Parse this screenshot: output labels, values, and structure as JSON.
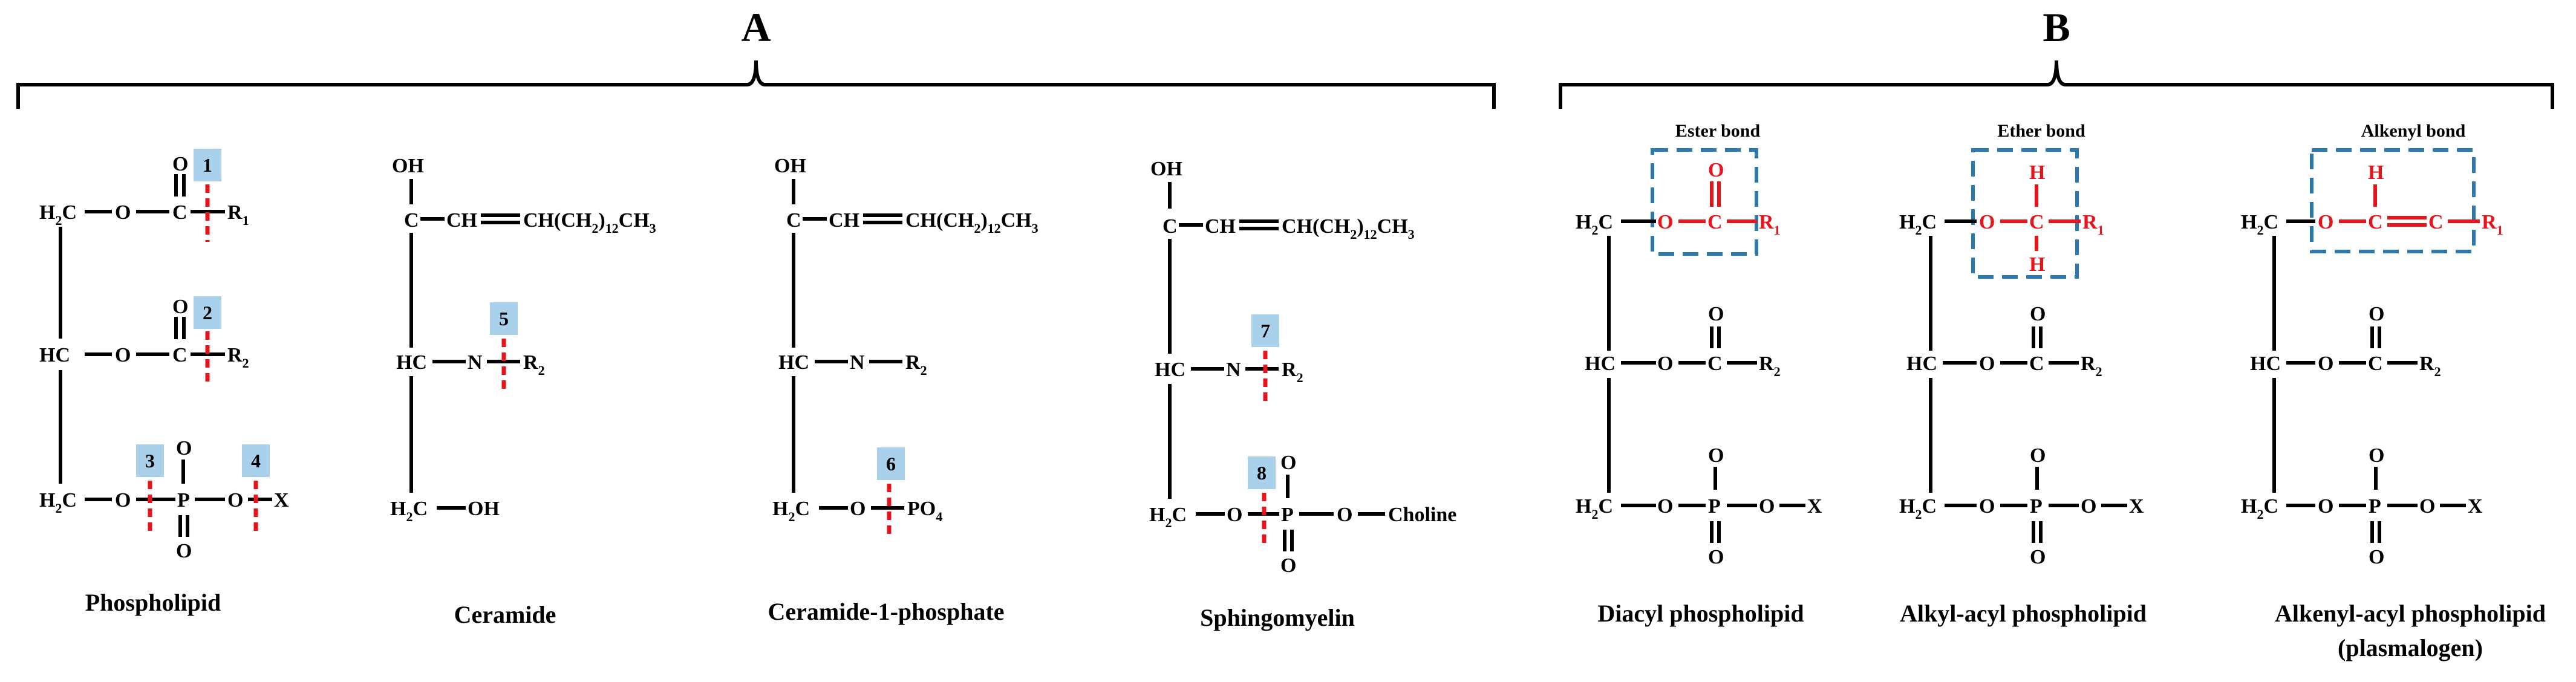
{
  "colors": {
    "bond": "#000000",
    "cleavage": "#e8141b",
    "highlight_box": "#2a7ab0",
    "badge": "#a9d1ec",
    "highlight_text": "#e8141b"
  },
  "panels": {
    "a": "A",
    "b": "B"
  },
  "atoms": {
    "O": "O",
    "C": "C",
    "P": "P",
    "N": "N",
    "H": "H",
    "R": "R",
    "X": "X",
    "H2C": "H",
    "HC": "HC",
    "OH": "OH",
    "sub1": "1",
    "sub2": "2",
    "sub4": "4",
    "sub12": "12",
    "sub3": "3",
    "CH": "CH",
    "chain_a": "CH(CH",
    "chain_b": ")",
    "chain_c": "CH",
    "PO4_a": "PO",
    "choline": "Choline"
  },
  "cleavage_sites": [
    "1",
    "2",
    "3",
    "4",
    "5",
    "6",
    "7",
    "8"
  ],
  "structures_a": [
    {
      "name": "Phospholipid"
    },
    {
      "name": "Ceramide"
    },
    {
      "name": "Ceramide-1-phosphate"
    },
    {
      "name": "Sphingomyelin"
    }
  ],
  "structures_b": [
    {
      "name": "Diacyl phospholipid",
      "bond": "Ester bond"
    },
    {
      "name": "Alkyl-acyl phospholipid",
      "bond": "Ether bond"
    },
    {
      "name": "Alkenyl-acyl phospholipid",
      "name2": "(plasmalogen)",
      "bond": "Alkenyl bond"
    }
  ]
}
